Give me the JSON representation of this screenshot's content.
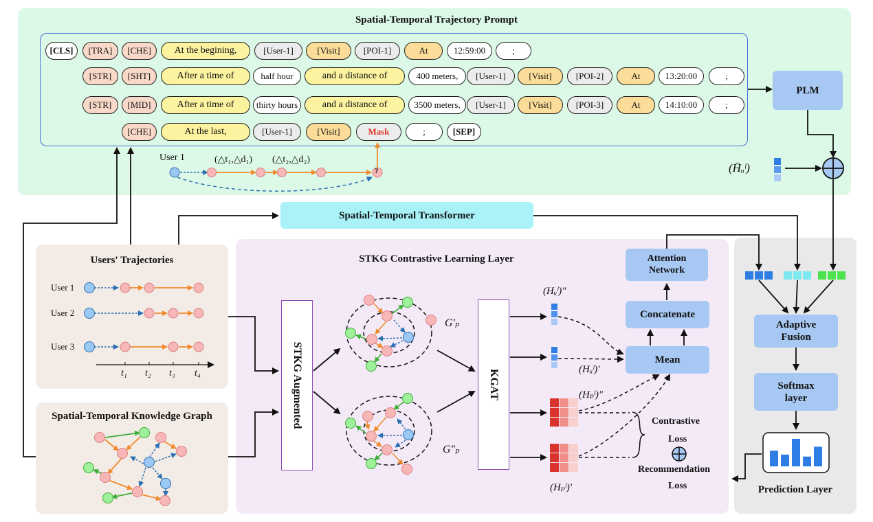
{
  "prompt_panel": {
    "title": "Spatial-Temporal Trajectory Prompt",
    "rows": [
      [
        "[CLS]",
        "[TRA]",
        "[CHE]",
        "At the begining,",
        "[User-1]",
        "[Visit]",
        "[POI-1]",
        "At",
        "12:59:00",
        ";"
      ],
      [
        "[STR]",
        "[SHT]",
        "After a time of",
        "half hour",
        "and a distance of",
        "400 meters,",
        "[User-1]",
        "[Visit]",
        "[POI-2]",
        "At",
        "13:20:00",
        ";"
      ],
      [
        "[STR]",
        "[MID]",
        "After a time of",
        "thirty hours",
        "and a distance of",
        "3500 meters,",
        "[User-1]",
        "[Visit]",
        "[POI-3]",
        "At",
        "14:10:00",
        ";"
      ],
      [
        "[CHE]",
        "At the last,",
        "[User-1]",
        "[Visit]",
        "Mask",
        ";",
        "[SEP]"
      ]
    ],
    "user_label": "User 1",
    "delta1": "(△t₁,△d₁)",
    "delta2": "(△t₂,△d₂)",
    "question": "?"
  },
  "plm": {
    "label": "PLM"
  },
  "hu_bar": "(H̄ᵤˡ)",
  "st_transformer": {
    "label": "Spatial-Temporal Transformer"
  },
  "trajectories": {
    "title": "Users' Trajectories",
    "users": [
      "User 1",
      "User 2",
      "User 3"
    ],
    "ticks": [
      "t₁",
      "t₂",
      "t₃",
      "t₄"
    ]
  },
  "stkg": {
    "title": "Spatial-Temporal Knowledge Graph"
  },
  "contrastive": {
    "title": "STKG Contrastive Learning Layer",
    "augmented": "STKG Augmented",
    "kgat": "KGAT",
    "gp1": "G′ₚ",
    "gp2": "G″ₚ",
    "hu2": "(Hᵤˡ)″",
    "hu1": "(Hᵤˡ)′",
    "hp2": "(Hₚˡ)″",
    "hp1": "(Hₚˡ)′",
    "attention": "Attention Network",
    "concat": "Concatenate",
    "mean": "Mean",
    "contrastive_loss": "Contrastive",
    "loss1": "Loss",
    "plus": "⊕",
    "rec_loss": "Recommendation",
    "loss2": "Loss"
  },
  "prediction": {
    "fusion": "Adaptive Fusion",
    "softmax": "Softmax layer",
    "title": "Prediction Layer",
    "bars": [
      0.4,
      0.3,
      0.7,
      0.25,
      0.5
    ]
  },
  "colors": {
    "prompt_bg": "#dcf8e6",
    "traj_bg": "#f3ebe5",
    "stkg_bg": "#f3ebe5",
    "contrast_bg": "#f4eaf7",
    "pred_bg": "#e9e9ea",
    "blue_box": "#a7c8f2",
    "cyan_box": "#a8f2f8",
    "node_pink": "#f8b7b7",
    "node_blue": "#9cc8f4",
    "node_green": "#9ef09a",
    "edge_orange": "#f08a2c",
    "edge_blue": "#2d6fb3",
    "edge_green": "#3fae3a"
  }
}
